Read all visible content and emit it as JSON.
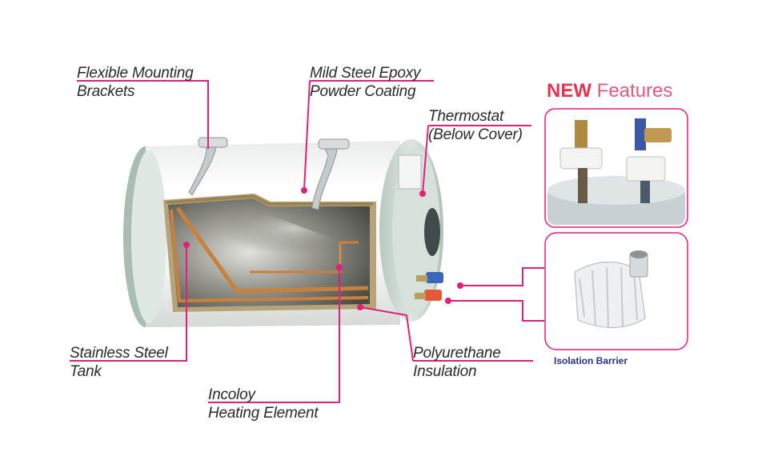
{
  "labels": {
    "brackets": {
      "line1": "Flexible Mounting",
      "line2": "Brackets"
    },
    "coating": {
      "line1": "Mild Steel Epoxy",
      "line2": "Powder Coating"
    },
    "thermostat": {
      "line1": "Thermostat",
      "line2": "(Below Cover)"
    },
    "tank": {
      "line1": "Stainless Steel",
      "line2": "Tank"
    },
    "element": {
      "line1": "Incoloy",
      "line2": "Heating Element"
    },
    "insulation": {
      "line1": "Polyurethane",
      "line2": "Insulation"
    }
  },
  "new_features": {
    "strong": "NEW",
    "rest": " Features"
  },
  "isolation_barrier": "Isolation Barrier",
  "colors": {
    "callout": "#e0207a",
    "copper": "#c9803a",
    "tank_body": "#f2f4f3",
    "end_cap": "#c8d6cf"
  }
}
